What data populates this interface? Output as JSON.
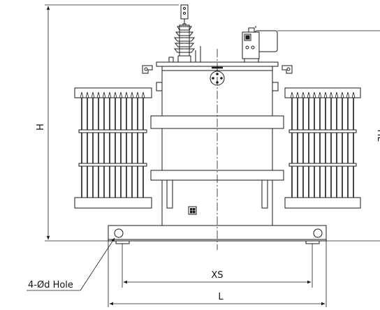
{
  "labels": {
    "height": "H",
    "height_low": "HL",
    "hole": "4-Ød  Hole",
    "rail_spacing": "XS",
    "length": "L"
  },
  "colors": {
    "line": "#1a1a1a",
    "fill": "#ffffff"
  }
}
